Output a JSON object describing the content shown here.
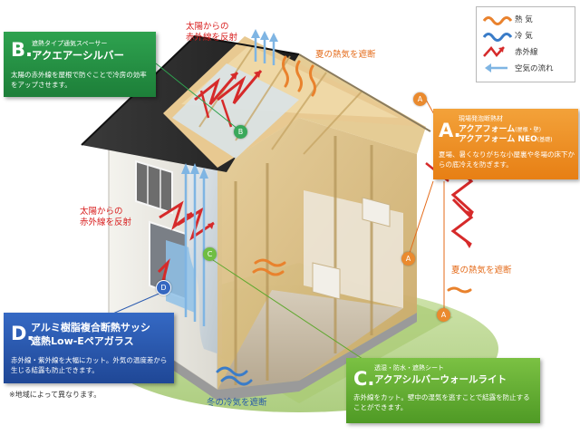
{
  "callouts": {
    "b": {
      "letter": "B.",
      "sub": "遮熱タイプ通気スペーサー",
      "name": "アクエアーシルバー",
      "desc": "太陽の赤外線を屋根で防ぐことで冷房の効率をアップさせます。",
      "color": "#2ea24f"
    },
    "a": {
      "letter": "A.",
      "sub": "現場発泡断熱材",
      "name1": "アクアフォーム",
      "name1_note": "(屋根・壁)",
      "name2": "アクアフォーム NEO",
      "name2_note": "(基礎)",
      "desc": "夏場、暑くなりがちな小屋裏や冬場の床下からの底冷えを防ぎます。",
      "color": "#e77f14"
    },
    "d": {
      "letter": "D.",
      "name1": "アルミ樹脂複合断熱サッシ",
      "name2": "遮熱Low-Eペアガラス",
      "desc": "赤外線・紫外線を大幅にカット。外気の温度差から生じる結露も防止できます。",
      "color": "#2b5bb0"
    },
    "c": {
      "letter": "C.",
      "sub": "透湿・防水・遮熱シート",
      "name": "アクアシルバーウォールライト",
      "desc": "赤外線をカット。壁中の湿気を逃すことで結露を防止することができます。",
      "color": "#5fa82f"
    }
  },
  "legend": {
    "items": [
      {
        "label": "熱 気",
        "icon": "heat-wave-icon",
        "color": "#e9822d"
      },
      {
        "label": "冷 気",
        "icon": "cold-wave-icon",
        "color": "#3a7cc8"
      },
      {
        "label": "赤外線",
        "icon": "infrared-zigzag-icon",
        "color": "#d62a2a"
      },
      {
        "label": "空気の流れ",
        "icon": "air-flow-arrow-icon",
        "color": "#7fb5e3"
      }
    ]
  },
  "labels": {
    "roof_infrared": "太陽からの\n赤外線を反射",
    "roof_heat": "夏の熱気を遮断",
    "wall_infrared": "太陽からの\n赤外線を反射",
    "right_heat": "夏の熱気を遮断",
    "bottom_cold": "冬の冷気を遮断",
    "note": "※地域によって異なります。"
  },
  "markers": {
    "a": "A",
    "b": "B",
    "c": "C",
    "d": "D"
  }
}
